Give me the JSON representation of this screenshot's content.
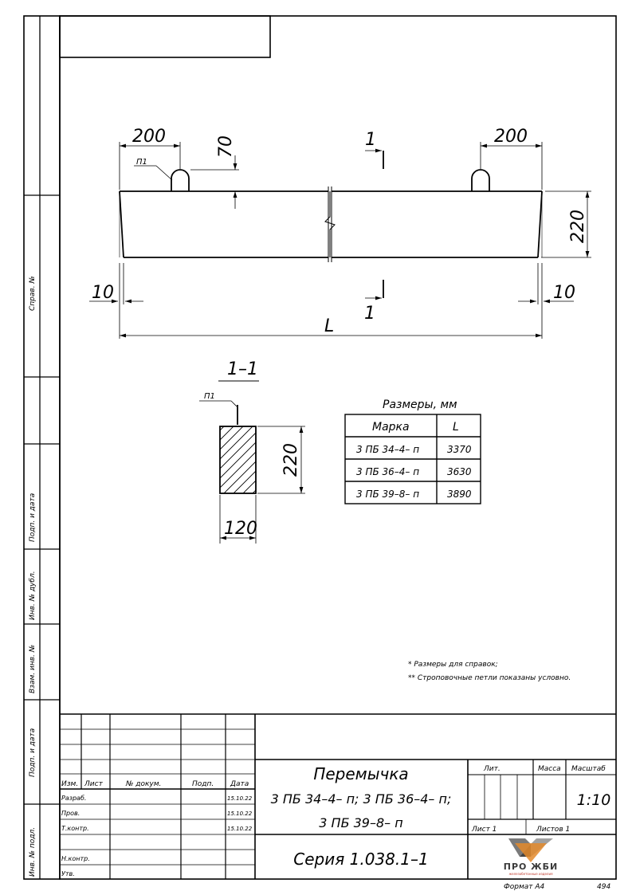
{
  "drawing": {
    "dims": {
      "d200_left": "200",
      "d70": "70",
      "sec_mark_top": "1",
      "d200_right": "200",
      "d220_side": "220",
      "d10_left": "10",
      "sec_mark_bottom": "1",
      "d10_right": "10",
      "d_L": "L",
      "loop_label": "П1"
    },
    "section": {
      "title": "1–1",
      "loop_label": "П1",
      "d220": "220",
      "d120": "120"
    }
  },
  "size_table": {
    "caption": "Размеры, мм",
    "headers": [
      "Марка",
      "L"
    ],
    "rows": [
      [
        "3 ПБ 34–4– п",
        "3370"
      ],
      [
        "3 ПБ 36–4– п",
        "3630"
      ],
      [
        "3 ПБ 39–8– п",
        "3890"
      ]
    ]
  },
  "notes": [
    "* Размеры для справок;",
    "** Строповочные петли показаны условно."
  ],
  "left_strip": {
    "sprav": "Справ. №",
    "podp_data_1": "Подп. и дата",
    "inv_dubl": "Инв. № дубл.",
    "vzam_inv": "Взам. инв. №",
    "podp_data_2": "Подп. и дата",
    "inv_podl": "Инв. № подл."
  },
  "title_block": {
    "col_izm": "Изм.",
    "col_list": "Лист",
    "col_dokum": "№ докум.",
    "col_podp": "Подп.",
    "col_data": "Дата",
    "razrab": "Разраб.",
    "prov": "Пров.",
    "tkontr": "Т.контр.",
    "nkontr": "Н.контр.",
    "utv": "Утв.",
    "date1": "15.10.22",
    "date2": "15.10.22",
    "date3": "15.10.22",
    "name_line1": "Перемычка",
    "name_line2": "3 ПБ 34–4– п; 3 ПБ 36–4– п;",
    "name_line3": "3 ПБ 39–8– п",
    "series": "Серия  1.038.1–1",
    "lit": "Лит.",
    "massa": "Масса",
    "masshtab": "Масштаб",
    "scale": "1:10",
    "sheet": "Лист  1",
    "sheets": "Листов  1",
    "logo_text": "ПРО ЖБИ",
    "logo_sub": "железобетонные изделия"
  },
  "footer": {
    "format": "Формат А4",
    "page": "494"
  }
}
